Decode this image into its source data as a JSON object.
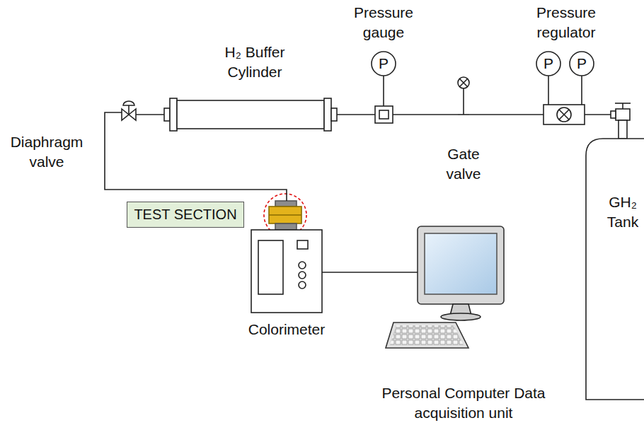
{
  "diagram": {
    "nodes": [
      {
        "text": [
          "Diaphragm valve"
        ]
      },
      {
        "text": [
          "H₂ Buffer Cylinder"
        ]
      },
      {
        "text": [
          "Pressure gauge",
          "P"
        ]
      },
      {
        "text": [
          "Gate valve"
        ]
      },
      {
        "text": [
          "Pressure regulator",
          "P",
          "P"
        ]
      },
      {
        "text": [
          "GH₂ Tank"
        ]
      },
      {
        "text": [
          "TEST SECTION"
        ]
      },
      {
        "text": [
          "Colorimeter"
        ]
      },
      {
        "text": [
          "Personal Computer Data acquisition unit"
        ]
      }
    ],
    "edges": [
      {
        "from": 5,
        "to": 4,
        "arrow": "none"
      },
      {
        "from": 4,
        "to": 3,
        "arrow": "none"
      },
      {
        "from": 3,
        "to": 2,
        "arrow": "none"
      },
      {
        "from": 2,
        "to": 1,
        "arrow": "none"
      },
      {
        "from": 1,
        "to": 0,
        "arrow": "none"
      },
      {
        "from": 0,
        "to": 7,
        "arrow": "none"
      },
      {
        "from": 7,
        "to": 8,
        "arrow": "none"
      }
    ]
  }
}
